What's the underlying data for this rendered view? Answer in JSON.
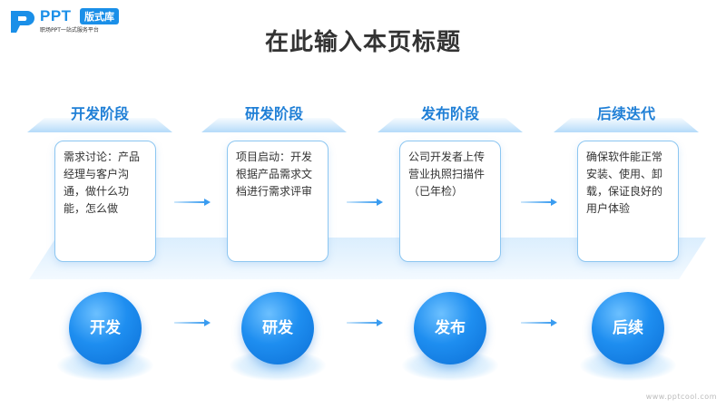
{
  "logo": {
    "text": "PPT",
    "badge": "版式库",
    "tagline": "职场PPT一站式服务平台"
  },
  "title": "在此输入本页标题",
  "stages": [
    {
      "heading": "开发阶段",
      "card_text": "需求讨论：产品经理与客户沟通，做什么功能，怎么做",
      "circle_label": "开发"
    },
    {
      "heading": "研发阶段",
      "card_text": "项目启动：开发根据产品需求文档进行需求评审",
      "circle_label": "研发"
    },
    {
      "heading": "发布阶段",
      "card_text": "公司开发者上传营业执照扫描件（已年检）",
      "circle_label": "发布"
    },
    {
      "heading": "后续迭代",
      "card_text": "确保软件能正常安装、使用、卸载，保证良好的用户体验",
      "circle_label": "后续"
    }
  ],
  "footer": "www.pptcool.com",
  "colors": {
    "accent": "#1f7fd6",
    "circle": "#1e8ef0",
    "card_border": "#8cc6f1"
  }
}
